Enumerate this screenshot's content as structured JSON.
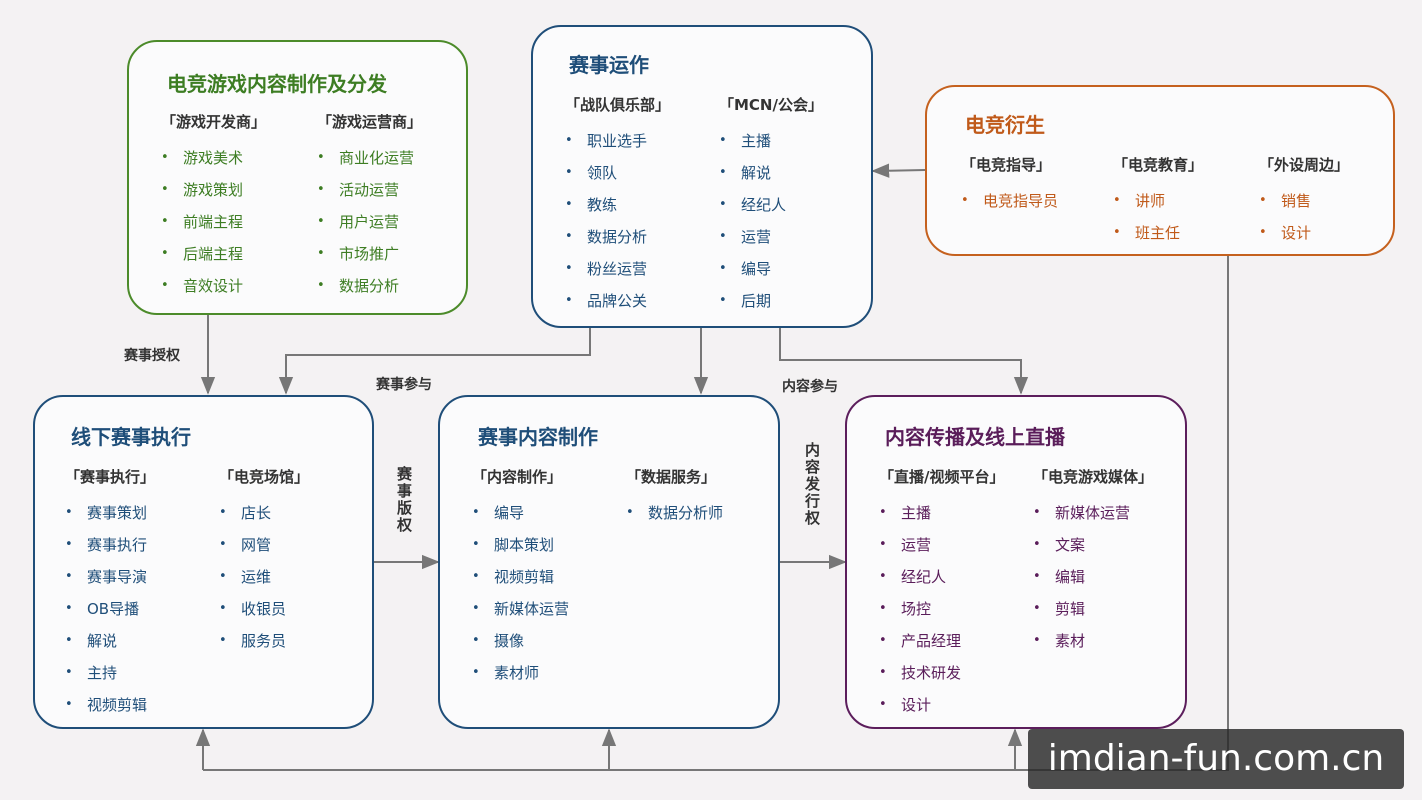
{
  "boxes": {
    "content_production": {
      "title": "电竞游戏内容制作及分发",
      "columns": [
        {
          "header": "「游戏开发商」",
          "items": [
            "游戏美术",
            "游戏策划",
            "前端主程",
            "后端主程",
            "音效设计"
          ]
        },
        {
          "header": "「游戏运营商」",
          "items": [
            "商业化运营",
            "活动运营",
            "用户运营",
            "市场推广",
            "数据分析"
          ]
        }
      ]
    },
    "event_operation": {
      "title": "赛事运作",
      "columns": [
        {
          "header": "「战队俱乐部」",
          "items": [
            "职业选手",
            "领队",
            "教练",
            "数据分析",
            "粉丝运营",
            "品牌公关"
          ]
        },
        {
          "header": "「MCN/公会」",
          "items": [
            "主播",
            "解说",
            "经纪人",
            "运营",
            "编导",
            "后期"
          ]
        }
      ]
    },
    "derivatives": {
      "title": "电竞衍生",
      "columns": [
        {
          "header": "「电竞指导」",
          "items": [
            "电竞指导员"
          ]
        },
        {
          "header": "「电竞教育」",
          "items": [
            "讲师",
            "班主任"
          ]
        },
        {
          "header": "「外设周边」",
          "items": [
            "销售",
            "设计"
          ]
        }
      ]
    },
    "offline_execution": {
      "title": "线下赛事执行",
      "columns": [
        {
          "header": "「赛事执行」",
          "items": [
            "赛事策划",
            "赛事执行",
            "赛事导演",
            "OB导播",
            "解说",
            "主持",
            "视频剪辑"
          ]
        },
        {
          "header": "「电竞场馆」",
          "items": [
            "店长",
            "网管",
            "运维",
            "收银员",
            "服务员"
          ]
        }
      ]
    },
    "event_content": {
      "title": "赛事内容制作",
      "columns": [
        {
          "header": "「内容制作」",
          "items": [
            "编导",
            "脚本策划",
            "视频剪辑",
            "新媒体运营",
            "摄像",
            "素材师"
          ]
        },
        {
          "header": "「数据服务」",
          "items": [
            "数据分析师"
          ]
        }
      ]
    },
    "distribution_live": {
      "title": "内容传播及线上直播",
      "columns": [
        {
          "header": "「直播/视频平台」",
          "items": [
            "主播",
            "运营",
            "经纪人",
            "场控",
            "产品经理",
            "技术研发",
            "设计"
          ]
        },
        {
          "header": "「电竞游戏媒体」",
          "items": [
            "新媒体运营",
            "文案",
            "编辑",
            "剪辑",
            "素材"
          ]
        }
      ]
    }
  },
  "edge_labels": {
    "authorization": "赛事授权",
    "participation": "赛事参与",
    "content_participation": "内容参与",
    "event_copyright": "赛事版权",
    "content_distribution_right": "内容发行权"
  },
  "colors": {
    "green": "#3d7d23",
    "navy": "#1f4e79",
    "orange": "#c05a1a",
    "purple": "#5a1d5a",
    "connector": "#777777"
  },
  "watermark": "imdian-fun.com.cn"
}
